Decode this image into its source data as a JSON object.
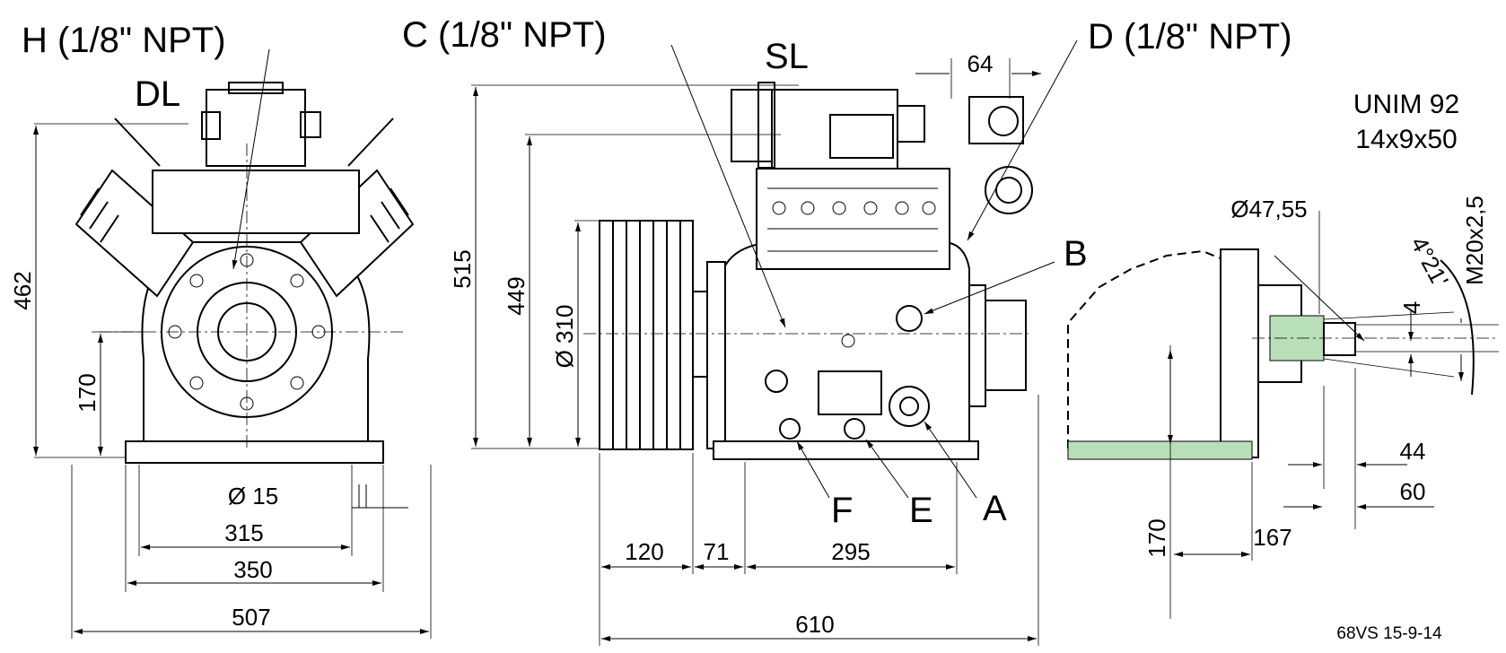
{
  "labels": {
    "h_port": "H (1/8\" NPT)",
    "dl": "DL",
    "c_port": "C (1/8\" NPT)",
    "sl": "SL",
    "d_port": "D (1/8\" NPT)",
    "b": "B",
    "a": "A",
    "e": "E",
    "f": "F",
    "unim_line1": "UNIM 92",
    "unim_line2": "14x9x50",
    "drawing_id": "68VS 15-9-14"
  },
  "dimensions": {
    "d462": "462",
    "d170_left": "170",
    "d15": "Ø  15",
    "d315": "315",
    "d350": "350",
    "d507": "507",
    "d515": "515",
    "d449": "449",
    "d310": "Ø  310",
    "d64": "64",
    "d120": "120",
    "d71": "71",
    "d295": "295",
    "d610": "610",
    "d47": "Ø47,55",
    "dm20": "M20x2,5",
    "dangle": "4°21'",
    "d4": "4",
    "d44": "44",
    "d60": "60",
    "d167": "167",
    "d170_right": "170"
  }
}
